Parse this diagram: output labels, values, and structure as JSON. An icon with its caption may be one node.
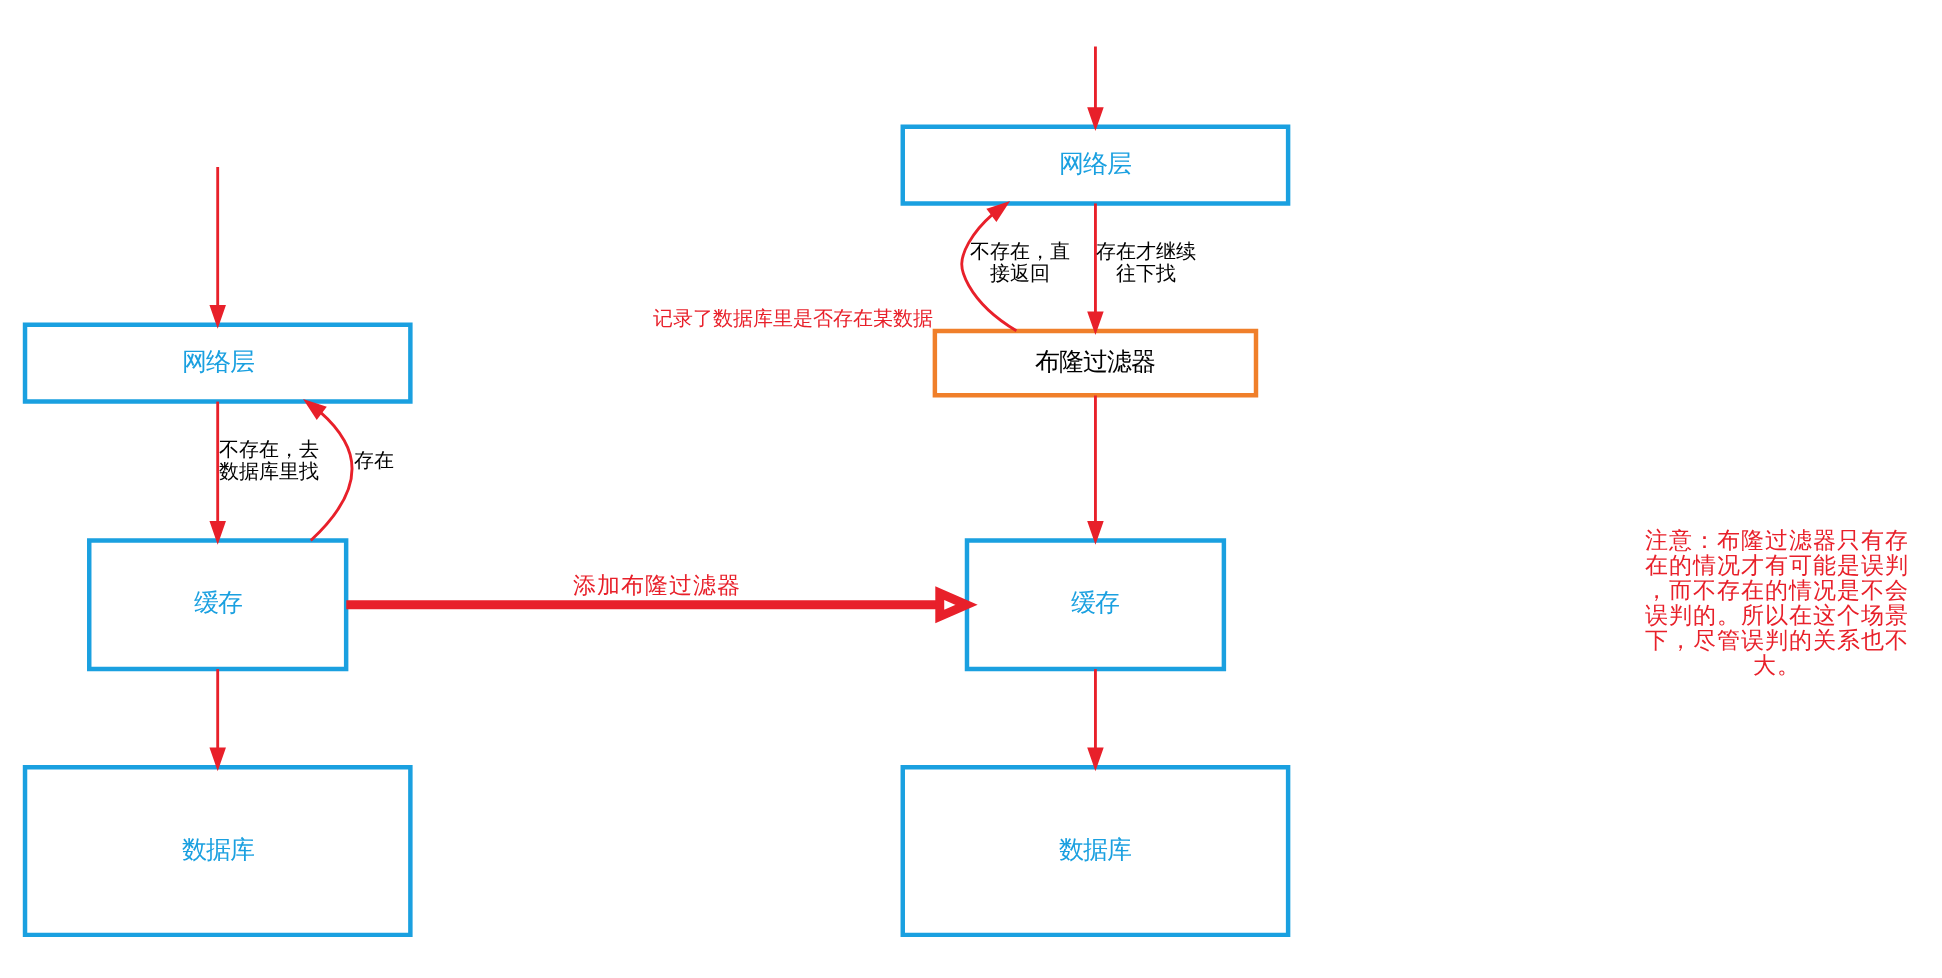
{
  "diagram": {
    "nodes": [
      {
        "text": [
          "网络层"
        ]
      },
      {
        "text": [
          "缓存"
        ]
      },
      {
        "text": [
          "数据库"
        ]
      },
      {
        "text": [
          "网络层"
        ]
      },
      {
        "text": [
          "布隆过滤器"
        ],
        "beside": [
          "记录了数据库里是否存在某数据"
        ]
      },
      {
        "text": [
          "缓存"
        ]
      },
      {
        "text": [
          "数据库"
        ]
      }
    ],
    "edges": [
      {
        "from": null,
        "to": 0,
        "arrow": "to"
      },
      {
        "from": 0,
        "to": 1,
        "arrow": "to",
        "label": "不存在，去数据库里找"
      },
      {
        "from": 1,
        "to": 0,
        "arrow": "to",
        "label": "存在"
      },
      {
        "from": 1,
        "to": 2,
        "arrow": "to"
      },
      {
        "from": 1,
        "to": 5,
        "arrow": "to",
        "label": "添加布隆过滤器",
        "style": "thick"
      },
      {
        "from": null,
        "to": 3,
        "arrow": "to"
      },
      {
        "from": 3,
        "to": 4,
        "arrow": "to",
        "label": "存在才继续往下找"
      },
      {
        "from": 4,
        "to": 3,
        "arrow": "to",
        "label": "不存在，直接返回"
      },
      {
        "from": 4,
        "to": 5,
        "arrow": "to"
      },
      {
        "from": 5,
        "to": 6,
        "arrow": "to"
      }
    ],
    "labels": [
      "注意：布隆过滤器只有存在的情况才有可能是误判，而不存在的情况是不会误判的。所以在这个场景下，尽管误判的关系也不大。"
    ]
  }
}
